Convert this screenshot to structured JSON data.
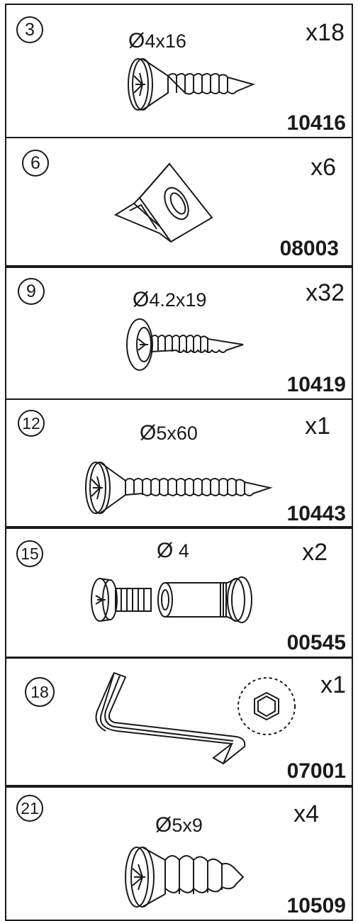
{
  "panels": [
    {
      "number": "3",
      "size": "4x16",
      "quantity": "x18",
      "code": "10416",
      "icon": "countersunk-screw-icon"
    },
    {
      "number": "6",
      "size": "",
      "quantity": "x6",
      "code": "08003",
      "icon": "corner-block-icon"
    },
    {
      "number": "9",
      "size": "4.2x19",
      "quantity": "x32",
      "code": "10419",
      "icon": "washer-head-screw-icon"
    },
    {
      "number": "12",
      "size": "5x60",
      "quantity": "x1",
      "code": "10443",
      "icon": "long-countersunk-screw-icon"
    },
    {
      "number": "15",
      "size": "4",
      "quantity": "x2",
      "code": "00545",
      "icon": "connector-bolt-icon"
    },
    {
      "number": "18",
      "size": "",
      "quantity": "x1",
      "code": "07001",
      "icon": "hex-key-icon"
    },
    {
      "number": "21",
      "size": "5x9",
      "quantity": "x4",
      "code": "10509",
      "icon": "short-cone-screw-icon"
    }
  ],
  "diameter_symbol": "Ø",
  "colors": {
    "ink": "#1a1a1a",
    "background": "#ffffff"
  }
}
